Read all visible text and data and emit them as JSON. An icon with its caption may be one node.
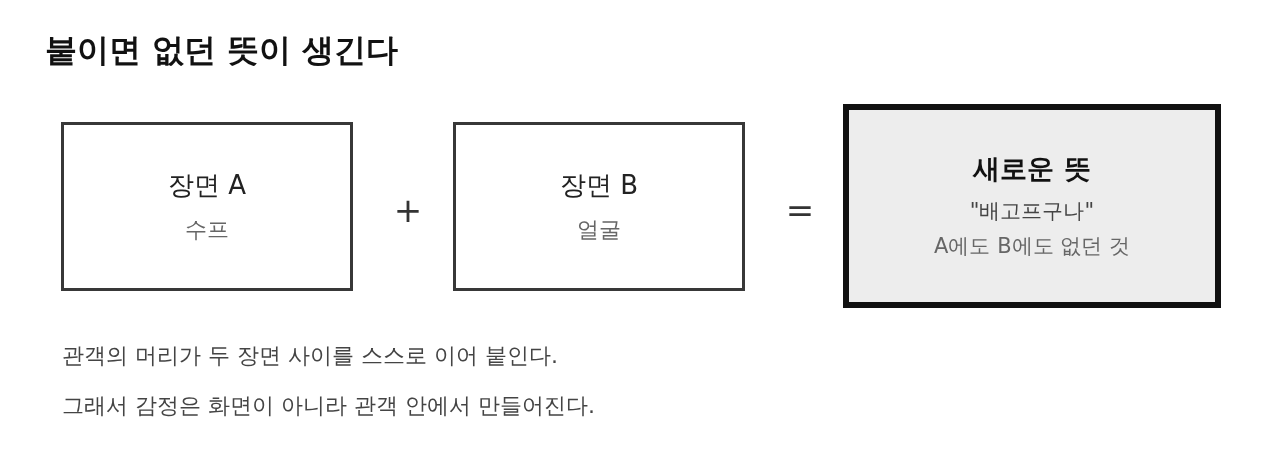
{
  "diagram": {
    "title": "붙이면 없던 뜻이 생긴다",
    "nodes": [
      {
        "text": [
          "장면 A",
          "수프"
        ]
      },
      {
        "text": [
          "장면 B",
          "얼굴"
        ]
      },
      {
        "text": [
          "새로운 뜻",
          "\"배고프구나\"",
          "A에도 B에도 없던 것"
        ]
      }
    ],
    "labels": [
      "+",
      "=",
      "관객의 머리가 두 장면 사이를 스스로 이어 붙인다.",
      "그래서 감정은 화면이 아니라 관객 안에서 만들어진다."
    ]
  }
}
